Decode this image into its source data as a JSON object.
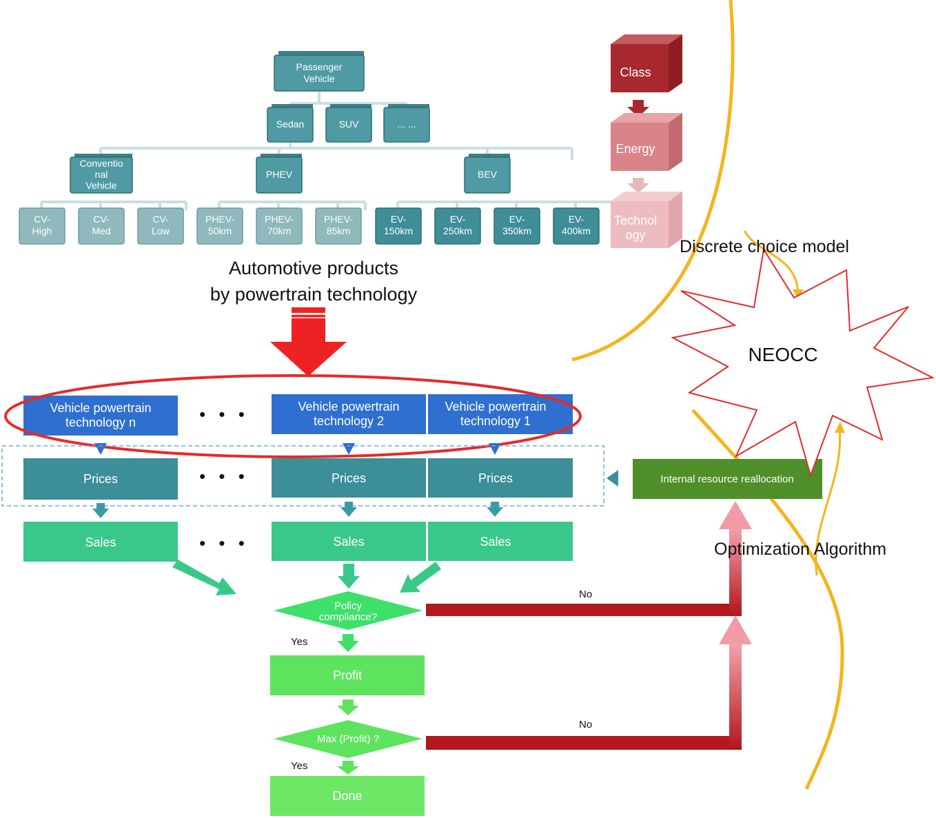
{
  "hierarchy": {
    "root": "Passenger Vehicle",
    "classes": [
      "Sedan",
      "SUV",
      "... ..."
    ],
    "energies": [
      "Conventional Vehicle",
      "PHEV",
      "BEV"
    ],
    "technologies": [
      "CV-High",
      "CV-Med",
      "CV-Low",
      "PHEV-50km",
      "PHEV-70km",
      "PHEV-85km",
      "EV-150km",
      "EV-250km",
      "EV-350km",
      "EV-400km"
    ]
  },
  "levels": {
    "class": "Class",
    "energy": "Energy",
    "technology": "Technology"
  },
  "caption": {
    "line1": "Automotive products",
    "line2": "by powertrain technology"
  },
  "flow": {
    "tech_n": "Vehicle powertrain technology n",
    "tech_2": "Vehicle powertrain technology 2",
    "tech_1": "Vehicle powertrain technology 1",
    "ellipsis": "• • •",
    "prices": "Prices",
    "sales": "Sales",
    "policy": "Policy compliance?",
    "yes": "Yes",
    "no": "No",
    "profit": "Profit",
    "max_profit": "Max (Profit) ?",
    "done": "Done",
    "reallocation": "Internal resource reallocation"
  },
  "annotations": {
    "dcm": "Discrete choice model",
    "neocc": "NEOCC",
    "optimization": "Optimization Algorithm"
  },
  "colors": {
    "tree": "#4f9aa3",
    "blue": "#2f6fd0",
    "prices": "#3c8e98",
    "sales": "#3ac88a",
    "green": "#5ee35f",
    "dark_red": "#b3181e",
    "orange": "#f5b41e",
    "olive": "#4f8f2a"
  }
}
